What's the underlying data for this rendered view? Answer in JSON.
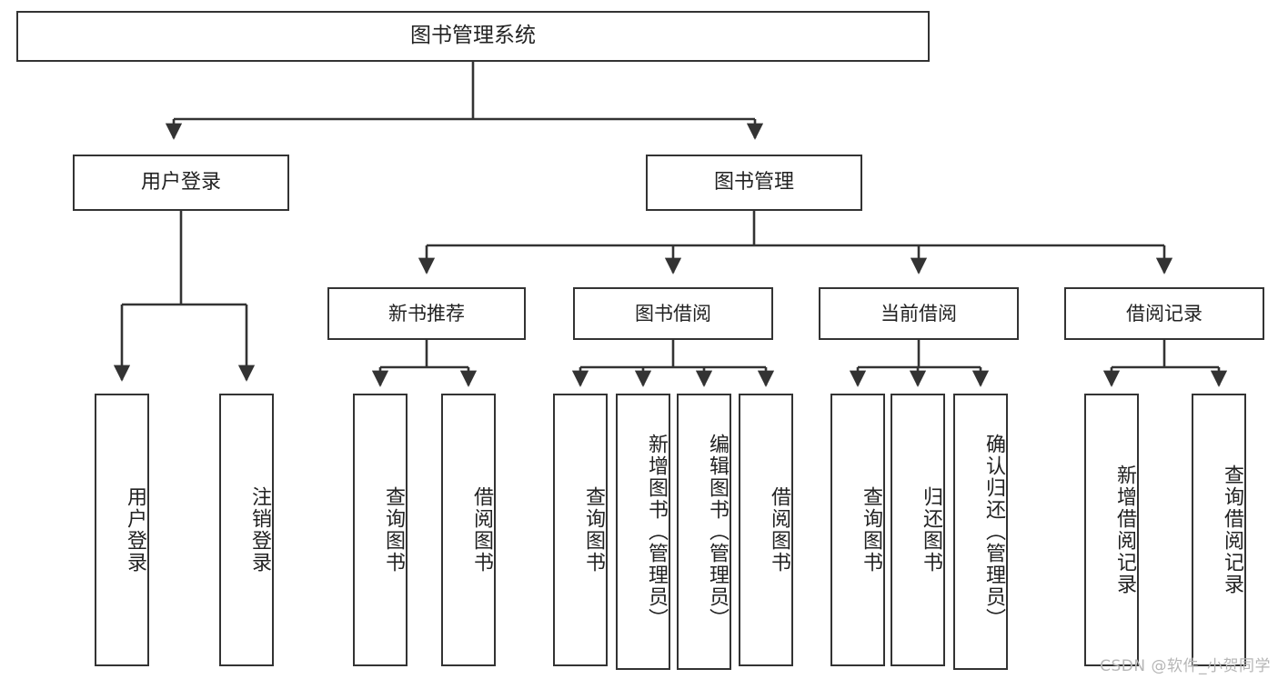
{
  "diagram": {
    "title": "图书管理系统",
    "type": "functional-structure-tree",
    "colors": {
      "box_border": "#333333",
      "box_fill": "#ffffff",
      "edge": "#333333",
      "text": "#222222",
      "watermark": "#b6b6b6",
      "background": "#ffffff"
    },
    "nodes": {
      "root": {
        "label": "图书管理系统"
      },
      "level2": [
        {
          "id": "user-login",
          "label": "用户登录"
        },
        {
          "id": "book-management",
          "label": "图书管理"
        }
      ],
      "level3": [
        {
          "id": "new-book-recommend",
          "label": "新书推荐"
        },
        {
          "id": "book-borrow",
          "label": "图书借阅"
        },
        {
          "id": "current-borrow",
          "label": "当前借阅"
        },
        {
          "id": "borrow-record",
          "label": "借阅记录"
        }
      ],
      "leaves": {
        "user-login": [
          {
            "id": "leaf-user-login",
            "label": "用户登录"
          },
          {
            "id": "leaf-logout",
            "label": "注销登录"
          }
        ],
        "new-book-recommend": [
          {
            "id": "leaf-query-book-1",
            "label": "查询图书"
          },
          {
            "id": "leaf-borrow-book-1",
            "label": "借阅图书"
          }
        ],
        "book-borrow": [
          {
            "id": "leaf-query-book-2",
            "label": "查询图书"
          },
          {
            "id": "leaf-add-book",
            "label": "新增图书（管理员）"
          },
          {
            "id": "leaf-edit-book",
            "label": "编辑图书（管理员）"
          },
          {
            "id": "leaf-borrow-book-2",
            "label": "借阅图书"
          }
        ],
        "current-borrow": [
          {
            "id": "leaf-query-book-3",
            "label": "查询图书"
          },
          {
            "id": "leaf-return-book",
            "label": "归还图书"
          },
          {
            "id": "leaf-confirm-return",
            "label": "确认归还（管理员）"
          }
        ],
        "borrow-record": [
          {
            "id": "leaf-add-record",
            "label": "新增借阅记录"
          },
          {
            "id": "leaf-query-record",
            "label": "查询借阅记录"
          }
        ]
      }
    },
    "watermark": "CSDN @软件_小贺同学"
  }
}
